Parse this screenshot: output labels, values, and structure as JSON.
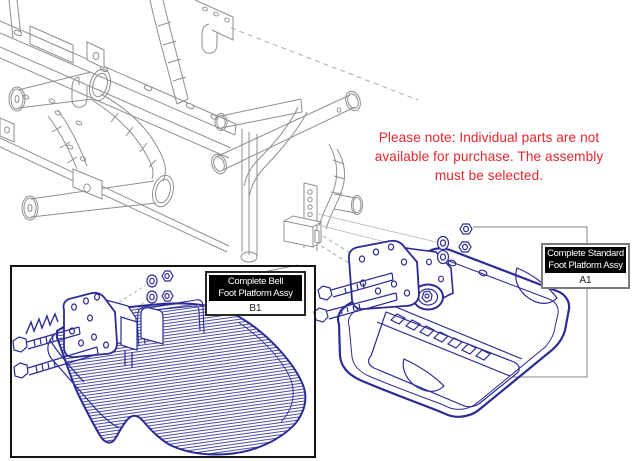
{
  "note": {
    "lines": [
      "Please note: Individual parts are not",
      "available for purchase. The assembly",
      "must be selected."
    ]
  },
  "labels": {
    "standard": {
      "title_line1": "Complete Standard",
      "title_line2": "Foot Platform Assy",
      "part_id": "A1"
    },
    "bell": {
      "title_line1": "Complete Bell",
      "title_line2": "Foot Platform Assy",
      "part_id": "B1"
    }
  },
  "drawings": {
    "frame": "wheelchair-seat-frame-isometric",
    "standard_assembly": "standard-foot-platform-exploded",
    "bell_assembly": "bell-foot-platform-exploded"
  },
  "colors": {
    "note_red": "#e8252b",
    "drawing_blue": "#2b2b96",
    "frame_gray": "#8f8f8f",
    "leader_gray": "#9a9a9a",
    "label_bg": "#000000",
    "label_text": "#ffffff",
    "label_border_standard": "#7a7a7a",
    "label_border_bell": "#262626",
    "inset_border": "#141414",
    "background": "#ffffff"
  }
}
